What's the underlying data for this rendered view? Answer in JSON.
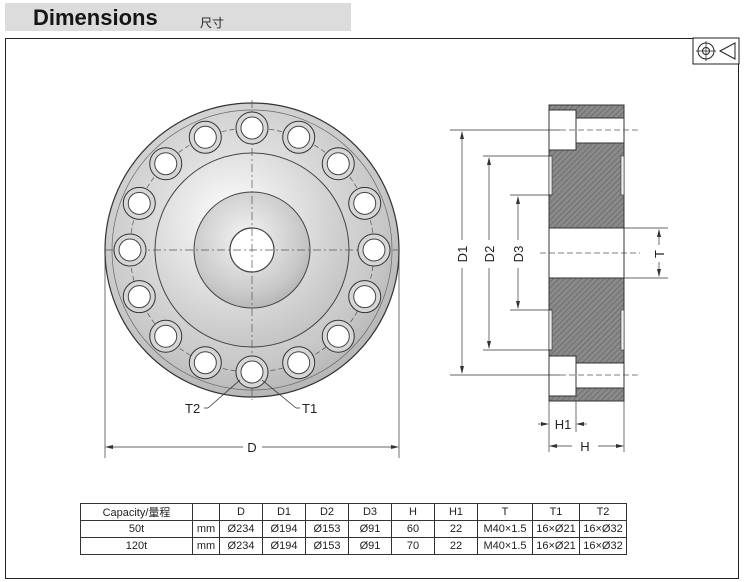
{
  "header": {
    "title": "Dimensions",
    "subtitle": "尺寸"
  },
  "drawing": {
    "labels": {
      "D": "D",
      "D1": "D1",
      "D2": "D2",
      "D3": "D3",
      "T": "T",
      "H": "H",
      "H1": "H1",
      "T1": "T1",
      "T2": "T2"
    },
    "projection_icon": "first-angle-projection-icon"
  },
  "table": {
    "headers": [
      "Capacity/量程",
      "",
      "D",
      "D1",
      "D2",
      "D3",
      "H",
      "H1",
      "T",
      "T1",
      "T2"
    ],
    "rows": [
      [
        "50t",
        "mm",
        "Ø234",
        "Ø194",
        "Ø153",
        "Ø91",
        "60",
        "22",
        "M40×1.5",
        "16×Ø21",
        "16×Ø32"
      ],
      [
        "120t",
        "mm",
        "Ø234",
        "Ø194",
        "Ø153",
        "Ø91",
        "70",
        "22",
        "M40×1.5",
        "16×Ø21",
        "16×Ø32"
      ]
    ]
  }
}
